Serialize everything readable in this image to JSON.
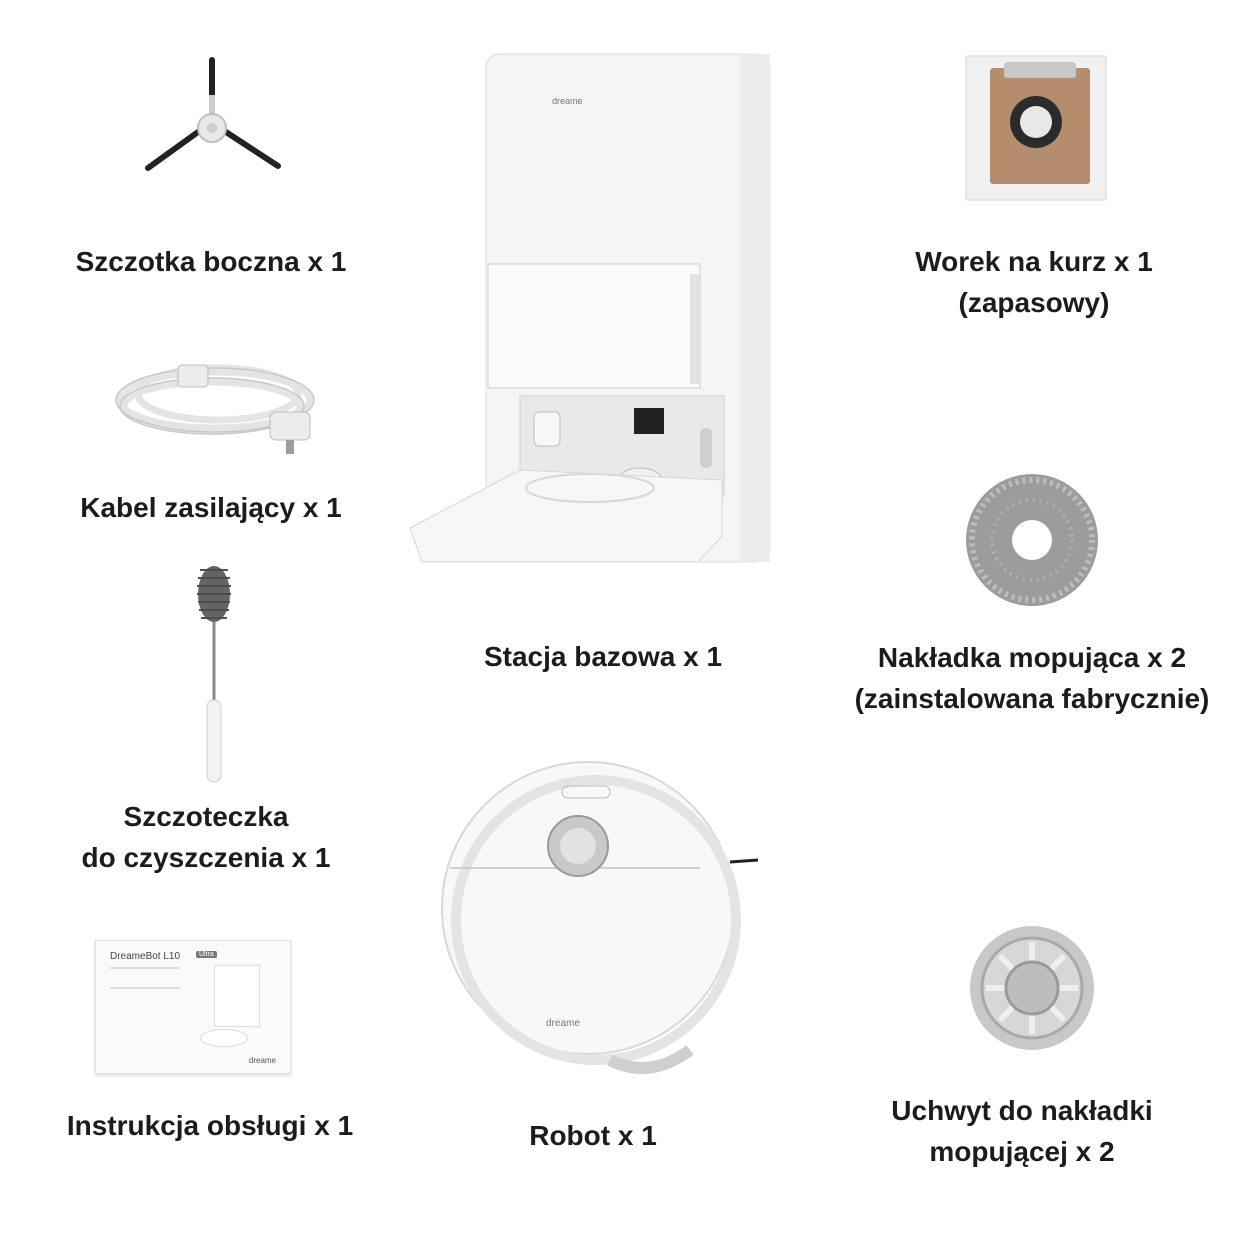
{
  "items": {
    "side_brush": {
      "label": "Szczotka boczna x 1"
    },
    "power_cable": {
      "label": "Kabel zasilający x 1"
    },
    "cleaning_brush": {
      "line1": "Szczoteczka",
      "line2": "do czyszczenia x 1"
    },
    "manual": {
      "label": "Instrukcja obsługi x 1",
      "booklet_title": "DreameBot L10",
      "booklet_badge": "Ultra",
      "booklet_brand": "dreame"
    },
    "base_station": {
      "label": "Stacja bazowa x 1",
      "brand": "dreame"
    },
    "robot": {
      "label": "Robot x 1",
      "brand": "dreame"
    },
    "dust_bag": {
      "line1": "Worek na kurz x 1",
      "line2": "(zapasowy)"
    },
    "mop_pad": {
      "line1": "Nakładka mopująca x 2",
      "line2": "(zainstalowana fabrycznie)"
    },
    "mop_holder": {
      "line1": "Uchwyt do nakładki",
      "line2": "mopującej x 2"
    }
  },
  "colors": {
    "text": "#1c1c1c",
    "product_white": "#f4f4f4",
    "product_shadow": "#d9d9d9",
    "accent_grey": "#9a9a9a",
    "bag_brown": "#b48e6c"
  }
}
